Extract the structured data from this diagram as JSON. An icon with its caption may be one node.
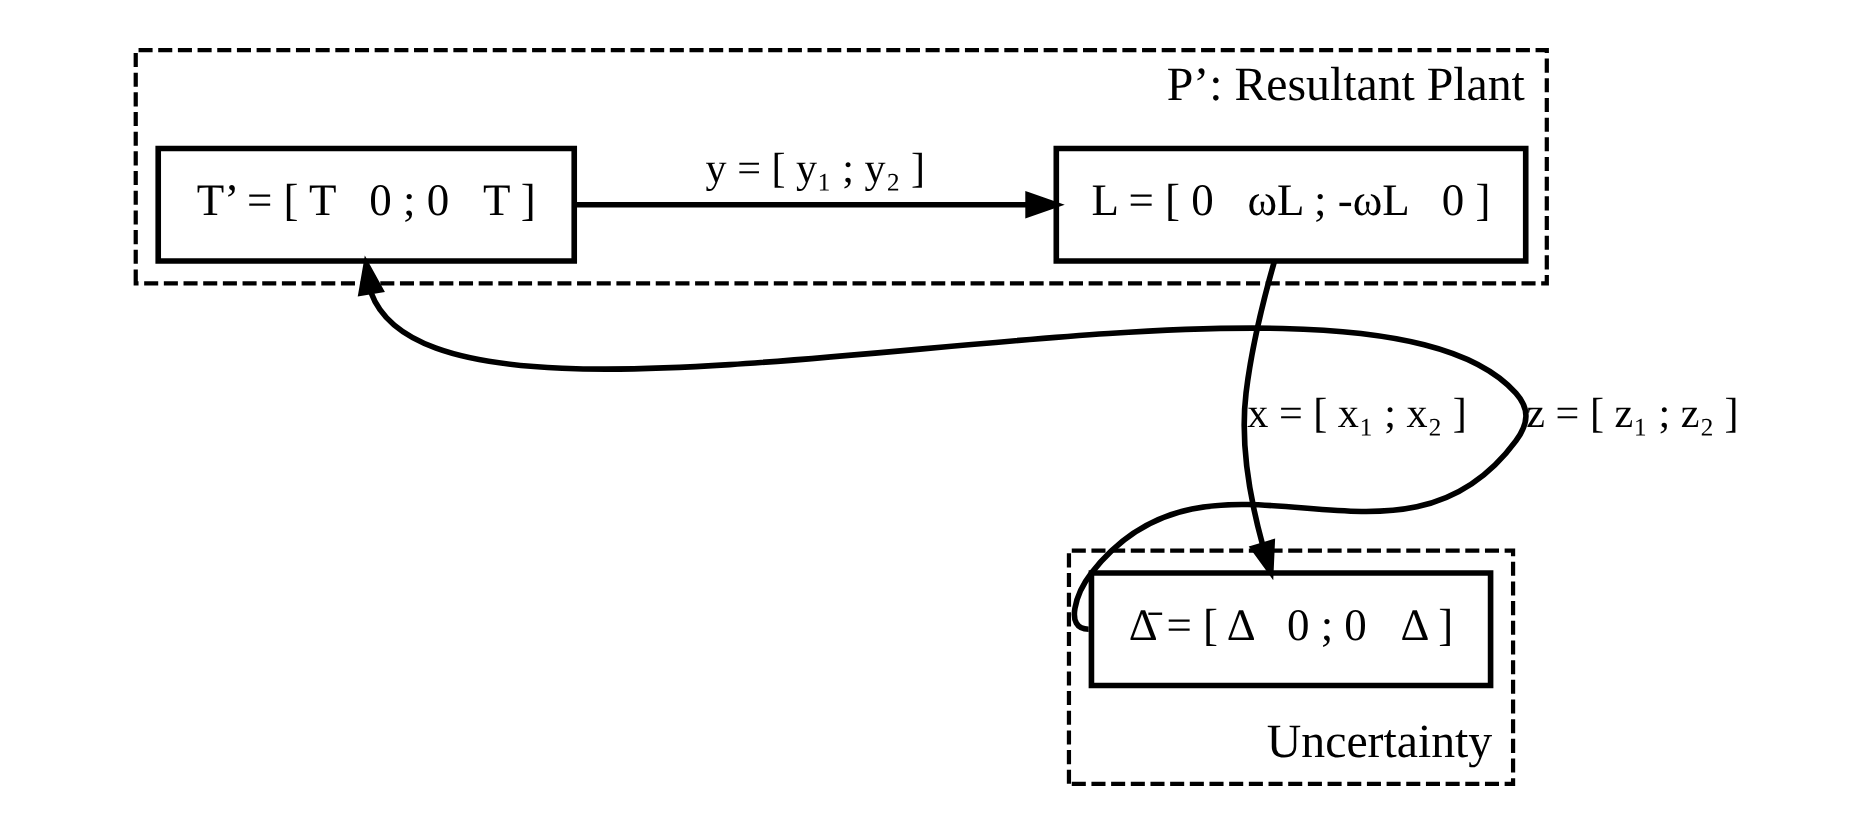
{
  "diagram": {
    "nodes": [
      {
        "text": [
          "P’: Resultant Plant"
        ]
      },
      {
        "text": [
          "T’ = [ T   0 ; 0   T ]"
        ],
        "in": 0
      },
      {
        "text": [
          "L = [ 0   ωL ; -ωL   0 ]"
        ],
        "in": 0
      },
      {
        "text": [
          "Uncertainty"
        ]
      },
      {
        "text": [
          "Δ̄ = [ Δ   0 ; 0   Δ ]"
        ],
        "in": 3
      }
    ],
    "edges": [
      {
        "from": 4,
        "to": 1,
        "arrow": "to",
        "label": "z = [ z₁ ; z₂ ]"
      },
      {
        "from": 1,
        "to": 2,
        "arrow": "to",
        "label": "y = [ y₁ ; y₂ ]"
      },
      {
        "from": 2,
        "to": 4,
        "arrow": "to",
        "label": "x = [ x₁ ; x₂ ]"
      }
    ]
  }
}
